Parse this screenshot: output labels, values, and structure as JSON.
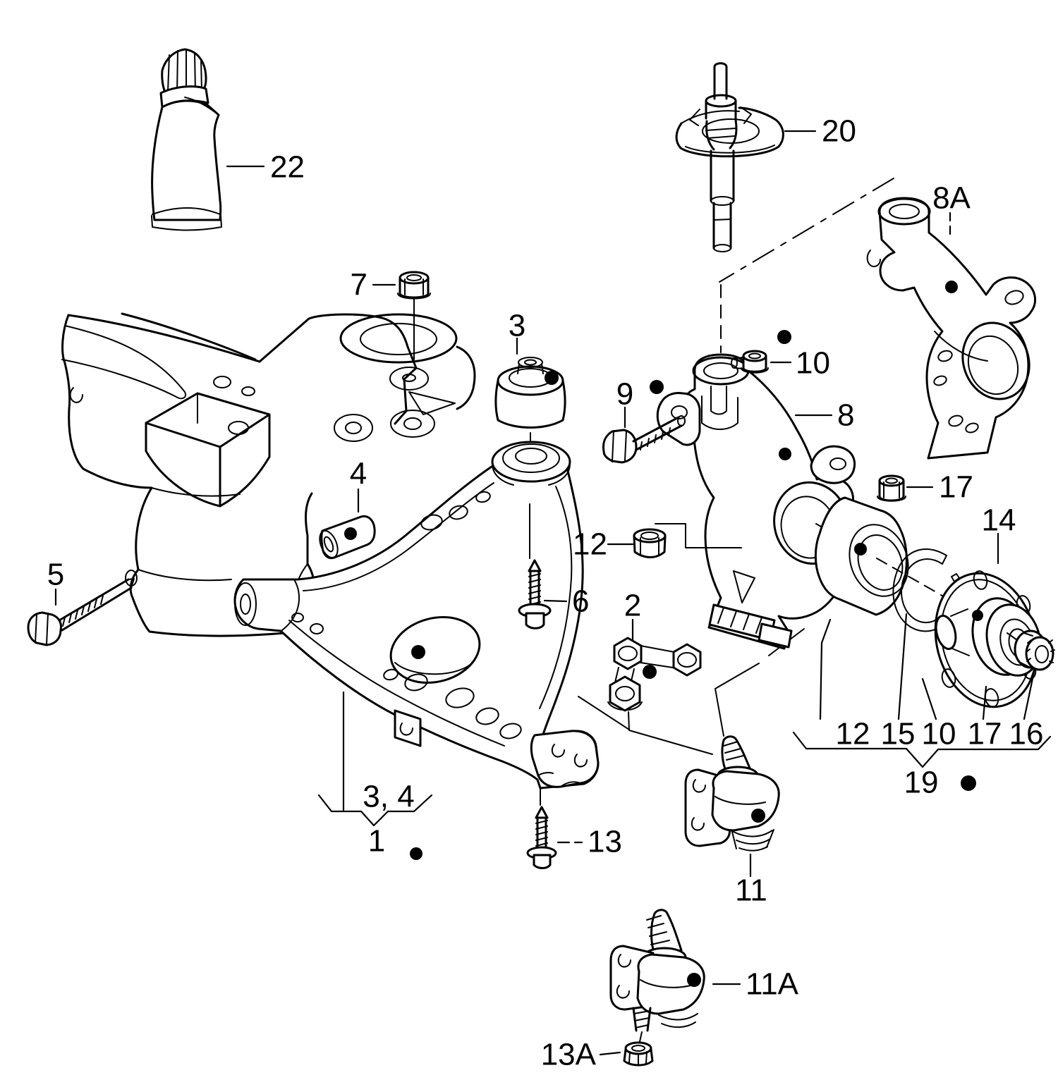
{
  "diagram": {
    "kind": "exploded-parts-diagram",
    "background_color": "#ffffff",
    "line_color": "#000000",
    "note_dot_color": "#000000",
    "callouts": {
      "c22": "22",
      "c7": "7",
      "c3": "3",
      "c20": "20",
      "c8A": "8A",
      "c10": "10",
      "c9": "9",
      "c8": "8",
      "c17": "17",
      "c12": "12",
      "c14": "14",
      "c4": "4",
      "c5": "5",
      "c6": "6",
      "c2": "2",
      "c13": "13",
      "c3_4": "3, 4",
      "c1": "1",
      "c11": "11",
      "c11A": "11A",
      "c13A": "13A"
    },
    "bottom_group": {
      "items": [
        "12",
        "15",
        "10",
        "17",
        "16"
      ],
      "label": "19"
    }
  }
}
